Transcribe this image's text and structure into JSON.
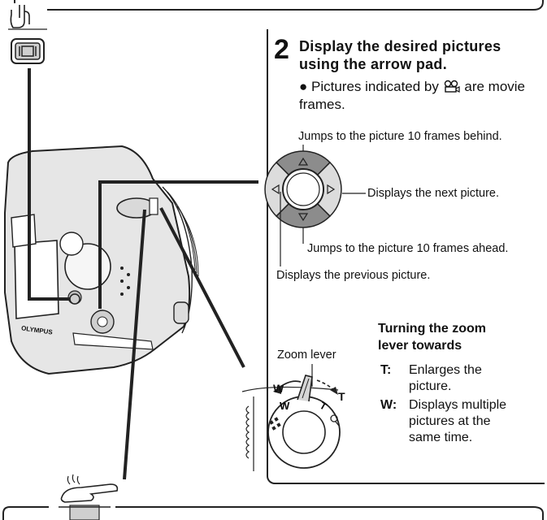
{
  "step": {
    "number": "2",
    "title": "Display the desired pictures using the arrow pad.",
    "bullet_before": "Pictures indicated by",
    "bullet_after": "are movie frames."
  },
  "arrow_pad": {
    "up": "Jumps to the picture 10 frames behind.",
    "right": "Displays the next picture.",
    "down": "Jumps to the picture 10 frames ahead.",
    "left": "Displays the previous picture."
  },
  "zoom": {
    "lever_label": "Zoom lever",
    "heading_line1": "Turning the zoom",
    "heading_line2": "lever towards",
    "t_key": "T:",
    "t_desc_line1": "Enlarges the",
    "t_desc_line2": "picture.",
    "w_key": "W:",
    "w_desc_line1": "Displays multiple",
    "w_desc_line2": "pictures at the",
    "w_desc_line3": "same time.",
    "w_mark": "W",
    "t_mark": "T"
  },
  "camera": {
    "brand": "OLYMPUS"
  }
}
